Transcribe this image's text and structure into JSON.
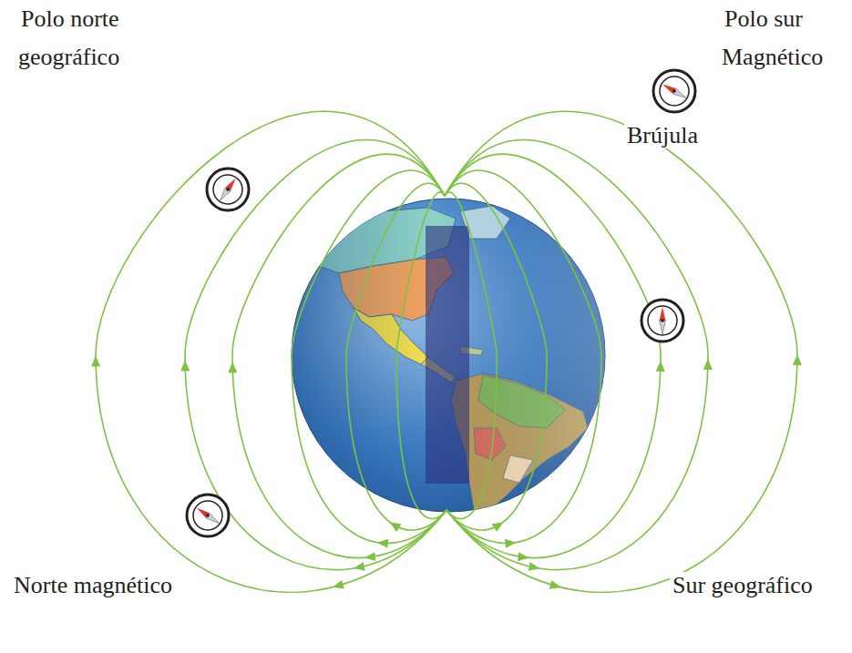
{
  "diagram": {
    "labels": [
      "Polo norte geográfico",
      "Polo sur Magnético",
      "Brújula",
      "Norte magnético",
      "Sur geográfico"
    ]
  }
}
